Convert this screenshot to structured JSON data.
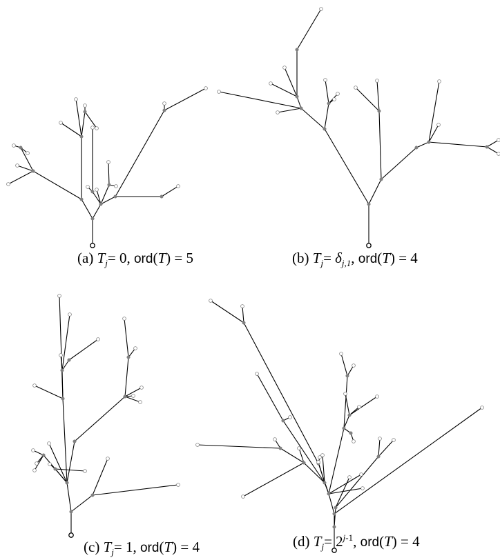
{
  "captions": {
    "a": {
      "label": "(a)",
      "var": "T",
      "sub": "j",
      "eq": "= 0,",
      "ord": "ord",
      "paren_open": "(",
      "paren_var": "T",
      "paren_close": ")",
      "value": " = 5"
    },
    "b": {
      "label": "(b)",
      "var": "T",
      "sub": "j",
      "eq": "= ",
      "delta": "δ",
      "delta_sub": "j,1",
      "comma": ",",
      "ord": "ord",
      "paren_open": "(",
      "paren_var": "T",
      "paren_close": ")",
      "value": " = 4"
    },
    "c": {
      "label": "(c)",
      "var": "T",
      "sub": "j",
      "eq": "= 1,",
      "ord": "ord",
      "paren_open": "(",
      "paren_var": "T",
      "paren_close": ")",
      "value": " = 4"
    },
    "d": {
      "label": "(d)",
      "var": "T",
      "sub": "j",
      "eq": "= 2",
      "sup": "j",
      "sup_rest": "-1",
      "comma": ",",
      "ord": "ord",
      "paren_open": "(",
      "paren_var": "T",
      "paren_close": ")",
      "value": " = 4"
    }
  },
  "colors": {
    "edge": "#000000",
    "internal_node": "#808080",
    "leaf_node": "#ffffff"
  }
}
